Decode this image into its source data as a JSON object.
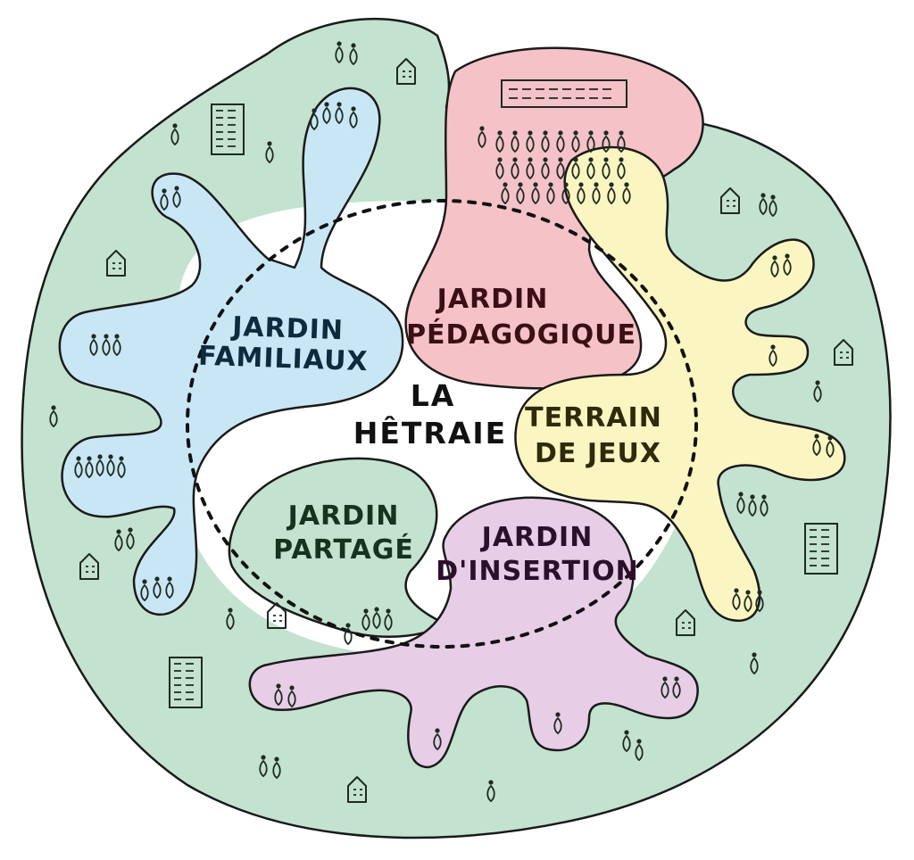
{
  "diagram": {
    "center": {
      "line1": "LA",
      "line2": "HÊTRAIE"
    },
    "zones": {
      "familiaux": {
        "line1": "JARDIN",
        "line2": "FAMILIAUX",
        "color": "#c9e6f5"
      },
      "pedagogique": {
        "line1": "JARDIN",
        "line2": "PÉDAGOGIQUE",
        "color": "#f5c2c7"
      },
      "jeux": {
        "line1": "TERRAIN",
        "line2": "DE JEUX",
        "color": "#fbf5c1"
      },
      "partage": {
        "line1": "JARDIN",
        "line2": "PARTAGÉ",
        "color": "#c3e2cf"
      },
      "insertion": {
        "line1": "JARDIN",
        "line2": "D'INSERTION",
        "color": "#e7cde6"
      }
    },
    "colors": {
      "neighbourhood": "#c3e2cf",
      "outline": "#1a1a1a",
      "ink": "#1e2a22"
    },
    "icons": [
      "person-icon",
      "house-icon",
      "apartment-building-icon"
    ]
  }
}
